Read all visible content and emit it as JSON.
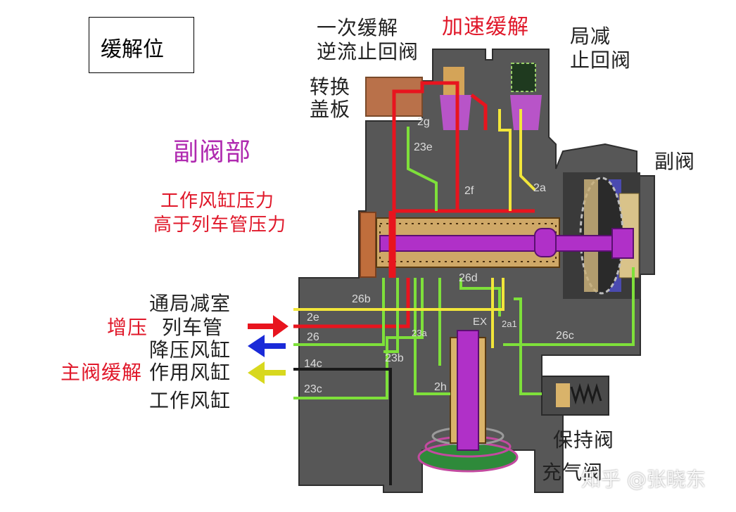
{
  "title": "缓解位",
  "section_label": "副阀部",
  "condition_line1": "工作风缸压力",
  "condition_line2": "高于列车管压力",
  "top_labels": {
    "first_release_check_l1": "一次缓解",
    "first_release_check_l2": "逆流止回阀",
    "accel_release": "加速缓解",
    "local_reduce_l1": "局减",
    "local_reduce_l2": "止回阀",
    "switch_cover_l1": "转换",
    "switch_cover_l2": "盖板"
  },
  "right_labels": {
    "aux_valve": "副阀",
    "hold_valve": "保持阀",
    "charge_valve": "充气阀"
  },
  "left_rows": [
    {
      "prefix": "",
      "text": "通局减室",
      "port": "2e"
    },
    {
      "prefix": "增压",
      "text": "列车管",
      "port": "26"
    },
    {
      "prefix": "",
      "text": "降压风缸",
      "port": ""
    },
    {
      "prefix": "主阀缓解",
      "text": "作用风缸",
      "port": "14c"
    },
    {
      "prefix": "",
      "text": "工作风缸",
      "port": "23c"
    }
  ],
  "passages": [
    "2g",
    "23e",
    "2f",
    "2a",
    "26d",
    "26b",
    "23a",
    "2a1",
    "26c",
    "23b",
    "2h",
    "EX"
  ],
  "watermark": "知乎 @张晓东",
  "colors": {
    "body": "#555555",
    "train_pipe": "#e8141e",
    "work_reservoir": "#7ee03a",
    "local_reduce": "#f2e63a",
    "piston": "#b030c8",
    "arrow_red": "#e8141e",
    "arrow_blue": "#1a2ad8",
    "arrow_yellow": "#d8d81e"
  }
}
